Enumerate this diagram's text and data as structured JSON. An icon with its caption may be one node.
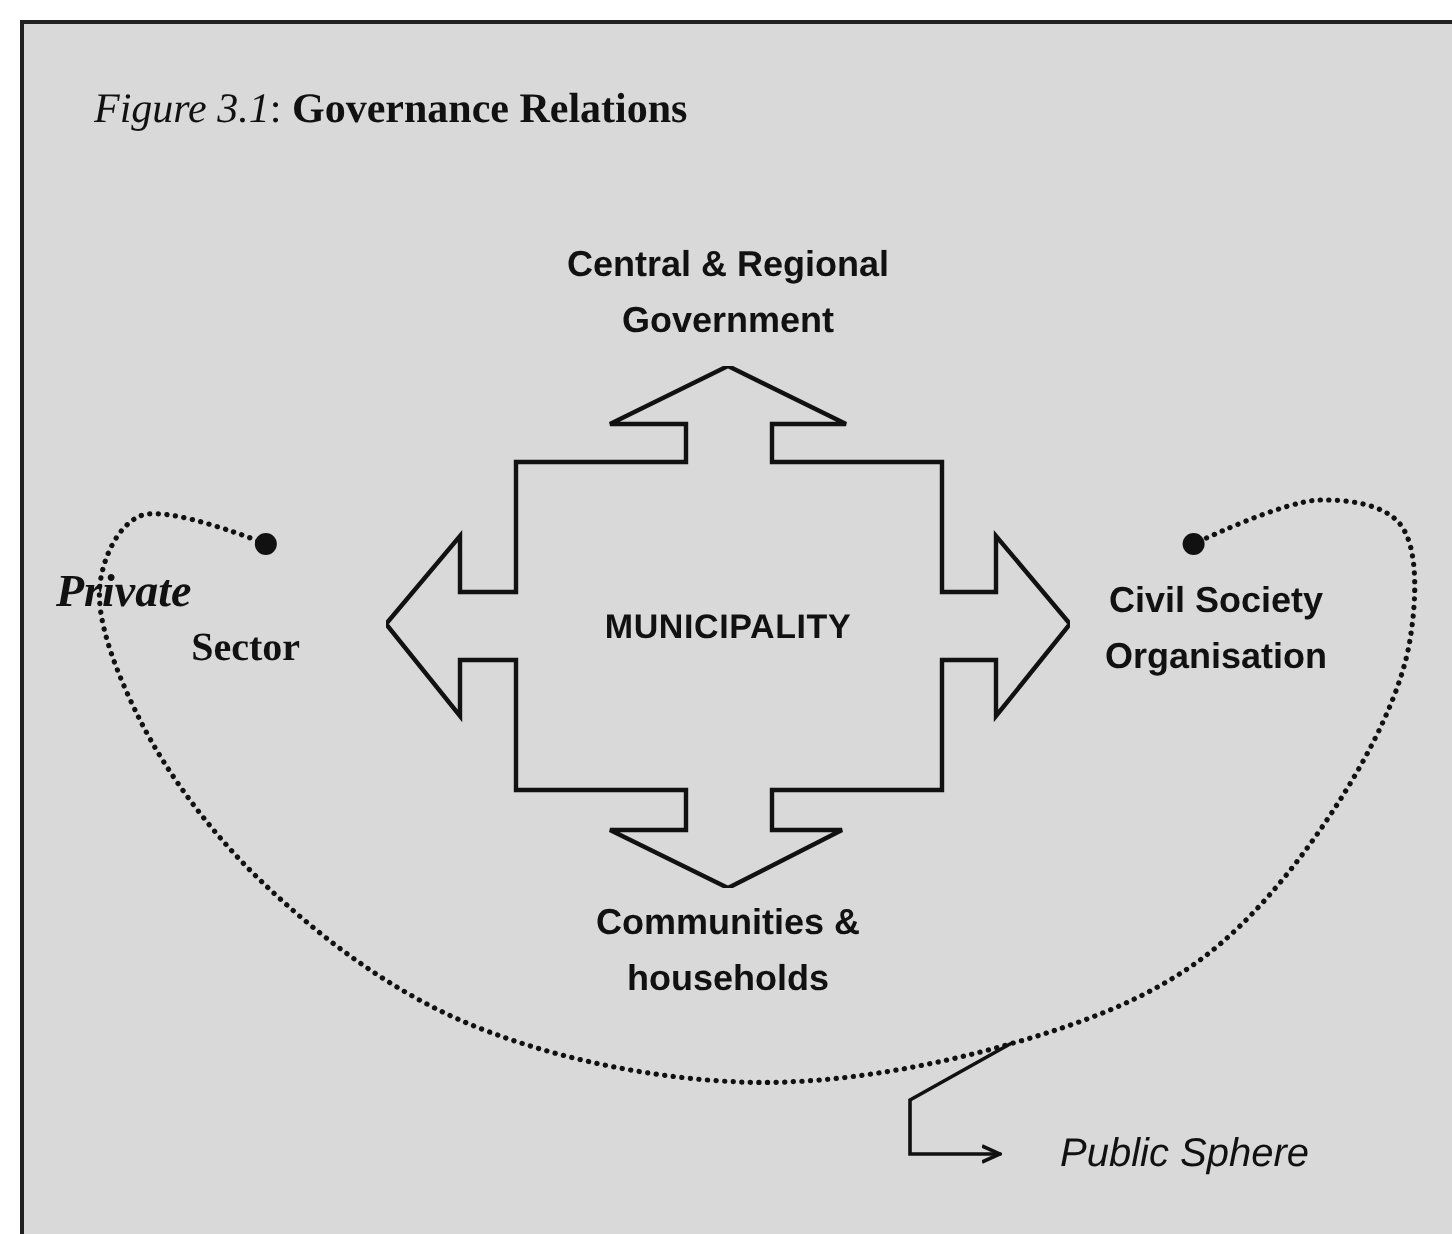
{
  "diagram": {
    "title": "*Figure 3.1*: **Governance Relations**",
    "nodes": [
      {
        "text": [
          "MUNICIPALITY"
        ]
      },
      {
        "text": [
          "Central & Regional Government"
        ]
      },
      {
        "text": [
          "*Private* Sector"
        ]
      },
      {
        "text": [
          "Civil Society Organisation"
        ]
      },
      {
        "text": [
          "Communities & households"
        ]
      },
      {
        "text": [
          "Public Sphere"
        ]
      }
    ],
    "edges": [
      {
        "from": 2,
        "to": 3,
        "arrow": "other",
        "style": "dashed"
      },
      {
        "from": null,
        "to": 5,
        "arrow": "to"
      }
    ]
  }
}
